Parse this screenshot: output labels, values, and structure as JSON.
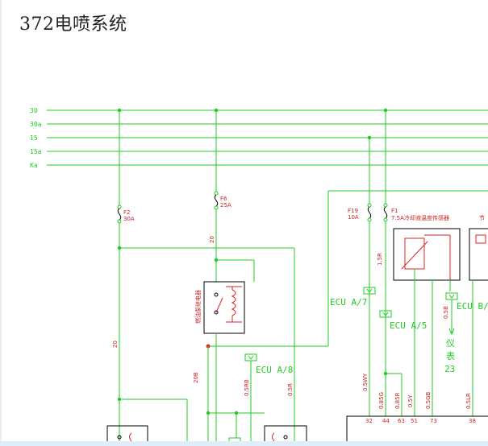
{
  "title": "372电喷系统",
  "buses": [
    "30",
    "30a",
    "15",
    "15a",
    "Ka"
  ],
  "fuses": {
    "f2": {
      "name": "F2",
      "rating": "30A"
    },
    "f6": {
      "name": "F6",
      "rating": "25A"
    },
    "f19": {
      "name": "F19",
      "rating": "10A"
    },
    "f1": {
      "name": "F1",
      "rating": "7.5A"
    }
  },
  "components": {
    "relay_label": "燃油泵继电器",
    "coolant_sensor": "冷却液温度传感器",
    "partial_label": "节"
  },
  "ecu_labels": {
    "a7": "ECU A/7",
    "a5": "ECU A/5",
    "a8": "ECU A/8",
    "b_partial": "ECU B/"
  },
  "gauge": {
    "line1": "仪",
    "line2": "表",
    "line3": "23"
  },
  "wire_labels": {
    "w20_top": "20",
    "w20_left": "20",
    "w15r": "1.5R",
    "w05b": "0.5B",
    "w20b": "20B",
    "w05rb": "0.5RB",
    "w05r": "0.5R",
    "w05wy": "0.5WY",
    "w085g": "0.85G",
    "w085r": "0.85R",
    "w05y": "0.5Y",
    "w05gb": "0.5GB",
    "w05lr": "0.5LR"
  },
  "pins": [
    "32",
    "44",
    "63",
    "51",
    "73",
    "38"
  ]
}
